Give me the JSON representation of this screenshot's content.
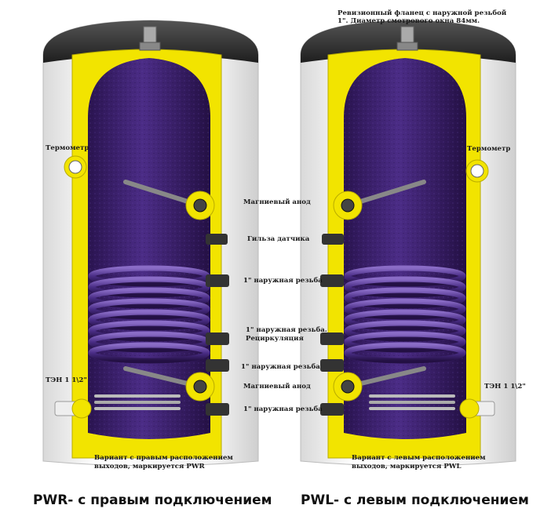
{
  "labels": {
    "flange_line1": "Ревизионный фланец с наружной резьбой",
    "flange_line2": "1\". Диаметр смотрового окна 84мм.",
    "thermometer_left": "Термометр",
    "thermometer_right": "Термометр",
    "anode_top": "Магниевый анод",
    "sensor_sleeve": "Гильза датчика",
    "thread_1": "1\" наружная резьба",
    "recirc_line1": "1\" наружная резьба.",
    "recirc_line2": "Рециркуляция",
    "thread_2": "1\" наружная резьба",
    "anode_bottom": "Магниевый анод",
    "thread_3": "1\" наружная резьба",
    "ten_left": "ТЭН 1 1\\2\"",
    "ten_right": "ТЭН 1 1\\2\"",
    "pwr_note_line1": "Вариант с правым расположением",
    "pwr_note_line2": "выходов, маркируется PWR",
    "pwl_note_line1": "Вариант с левым расположением",
    "pwl_note_line2": "выходов, маркируется PWL"
  },
  "captions": {
    "pwr": "PWR- с правым подключением",
    "pwl": "PWL- с левым подключением"
  },
  "colors": {
    "insulation": "#f2e400",
    "inner_tank": "#3a1f6a",
    "shell": "#eeeeee",
    "cap": "#2a2a2a"
  }
}
